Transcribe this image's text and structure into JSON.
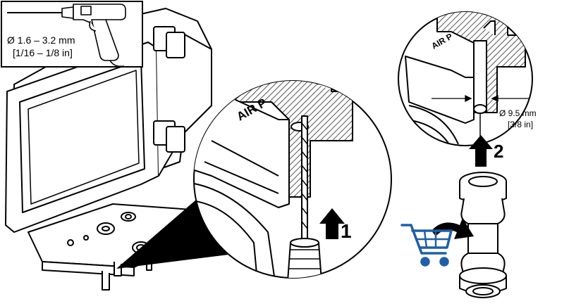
{
  "inset": {
    "drill_size_mm": "Ø 1.6 –  3.2 mm",
    "drill_size_in": "[1/16 – 1/8 in]"
  },
  "callout_left": {
    "embossed_text": "AIR P",
    "step_number": "1"
  },
  "callout_right": {
    "embossed_text": "AIR P",
    "hole_size_mm": "Ø 9.5 mm",
    "hole_size_in": "[3/8 in]",
    "step_number": "2"
  },
  "colors": {
    "line": "#000000",
    "fill": "#ffffff",
    "hatch": "#666666",
    "cart": "#1f5fa8"
  },
  "icons": {
    "drill": "drill-icon",
    "cart": "shopping-cart-icon",
    "arrow": "up-arrow-icon",
    "fitting": "pipe-fitting-icon"
  }
}
